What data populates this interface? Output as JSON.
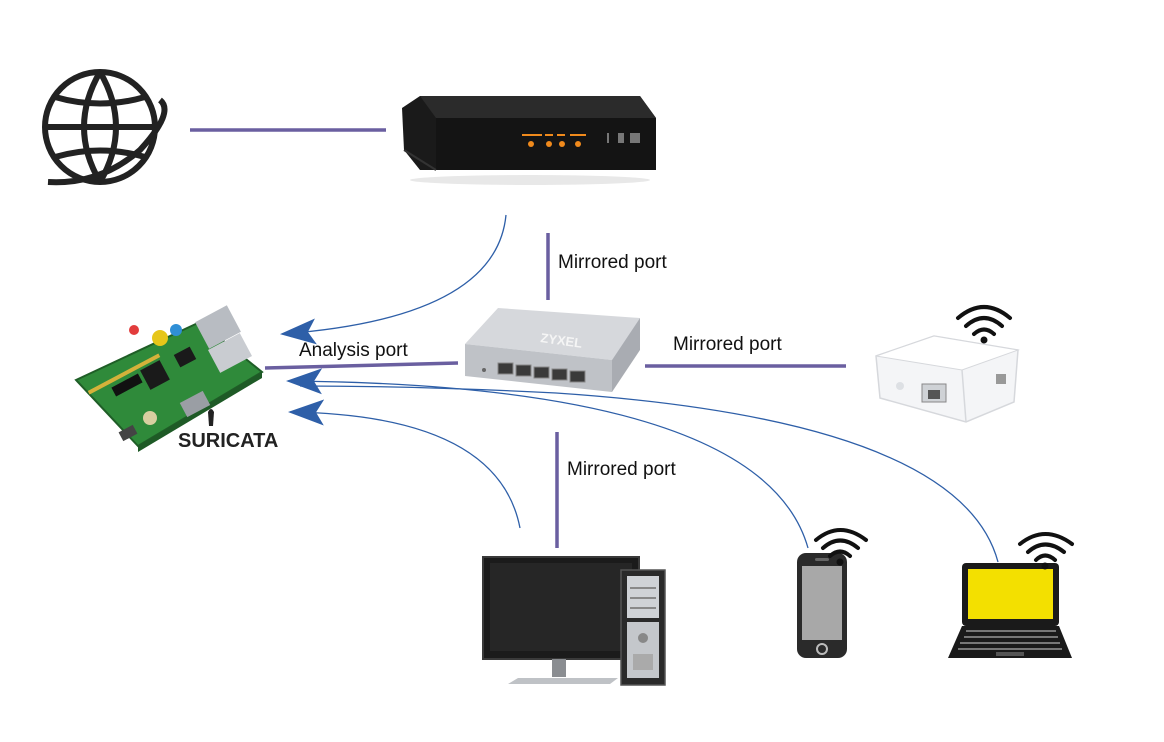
{
  "labels": {
    "mirrored_port_top": "Mirrored port",
    "mirrored_port_right": "Mirrored port",
    "mirrored_port_bottom": "Mirrored port",
    "analysis_port": "Analysis port"
  },
  "branding": {
    "switch_brand": "ZYXEL",
    "ids_logo": "SURICATA"
  },
  "colors": {
    "wired_link": "#6a5fa0",
    "traffic_arrow": "#2e5fa8",
    "pcb_green": "#2f8a3a",
    "screen_yellow": "#f3e000"
  }
}
